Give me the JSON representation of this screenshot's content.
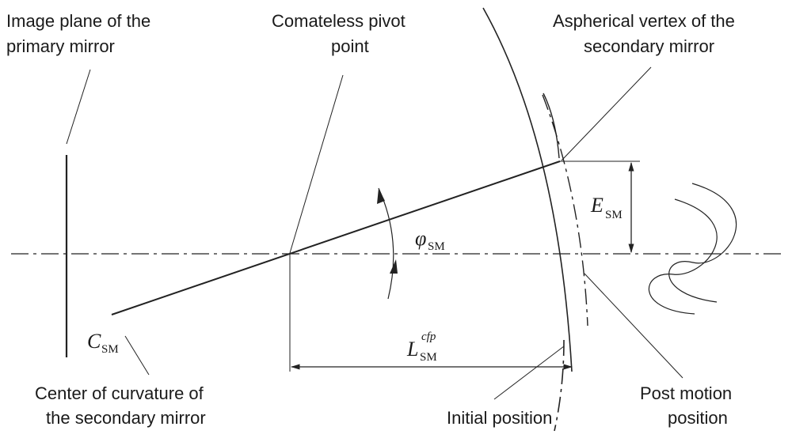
{
  "labels": {
    "image_plane_line1": "Image plane of the",
    "image_plane_line2": "primary mirror",
    "pivot_line1": "Comateless pivot",
    "pivot_line2": "point",
    "vertex_line1": "Aspherical vertex of the",
    "vertex_line2": "secondary mirror",
    "center_line1": "Center of curvature of",
    "center_line2": "the secondary mirror",
    "initial": "Initial position",
    "post_line1": "Post motion",
    "post_line2": "position"
  },
  "symbols": {
    "c": "C",
    "c_sub": "SM",
    "e": "E",
    "e_sub": "SM",
    "phi": "φ",
    "phi_sub": "SM",
    "l": "L",
    "l_sub": "SM",
    "l_sup": "cfp"
  }
}
